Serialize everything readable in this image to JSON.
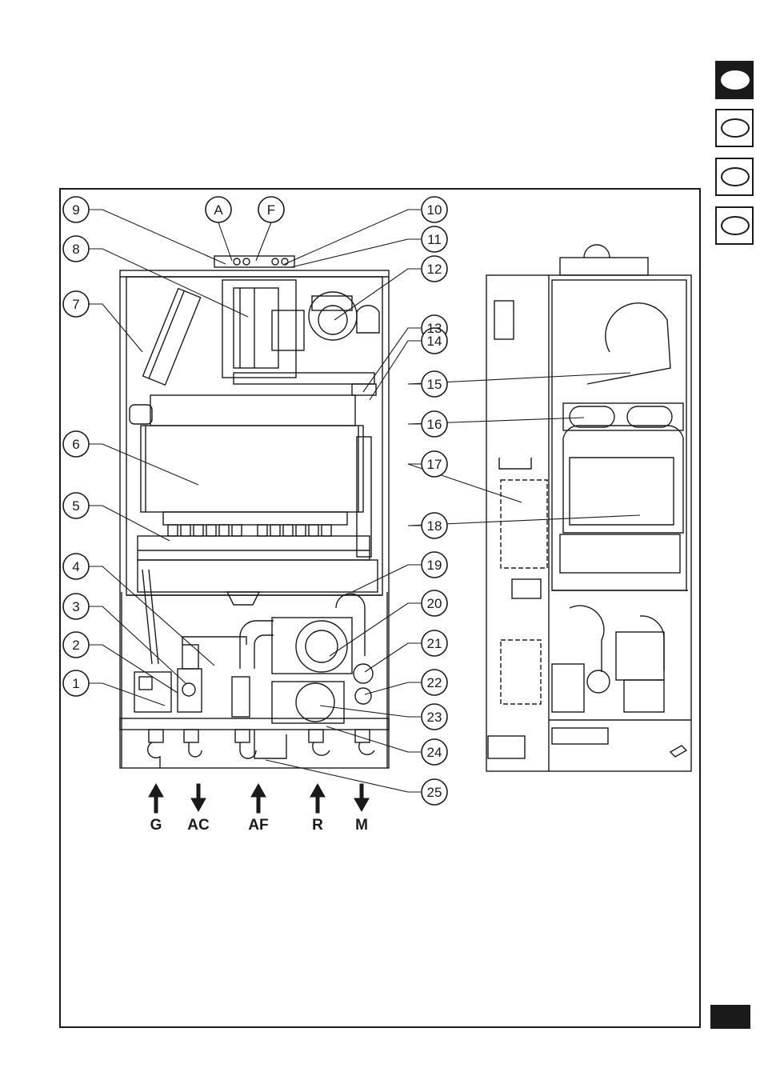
{
  "callouts": [
    {
      "id": "9",
      "label": "9"
    },
    {
      "id": "8",
      "label": "8"
    },
    {
      "id": "7",
      "label": "7"
    },
    {
      "id": "6",
      "label": "6"
    },
    {
      "id": "5",
      "label": "5"
    },
    {
      "id": "4",
      "label": "4"
    },
    {
      "id": "3",
      "label": "3"
    },
    {
      "id": "2",
      "label": "2"
    },
    {
      "id": "1",
      "label": "1"
    },
    {
      "id": "A",
      "label": "A"
    },
    {
      "id": "F",
      "label": "F"
    },
    {
      "id": "10",
      "label": "10"
    },
    {
      "id": "11",
      "label": "11"
    },
    {
      "id": "12",
      "label": "12"
    },
    {
      "id": "13",
      "label": "13"
    },
    {
      "id": "14",
      "label": "14"
    },
    {
      "id": "15",
      "label": "15"
    },
    {
      "id": "16",
      "label": "16"
    },
    {
      "id": "17",
      "label": "17"
    },
    {
      "id": "18",
      "label": "18"
    },
    {
      "id": "19",
      "label": "19"
    },
    {
      "id": "20",
      "label": "20"
    },
    {
      "id": "21",
      "label": "21"
    },
    {
      "id": "22",
      "label": "22"
    },
    {
      "id": "23",
      "label": "23"
    },
    {
      "id": "24",
      "label": "24"
    },
    {
      "id": "25",
      "label": "25"
    }
  ],
  "connections": [
    {
      "label": "G",
      "direction": "up"
    },
    {
      "label": "AC",
      "direction": "down"
    },
    {
      "label": "AF",
      "direction": "up"
    },
    {
      "label": "R",
      "direction": "up"
    },
    {
      "label": "M",
      "direction": "down"
    }
  ],
  "side_tabs": [
    {
      "active": true
    },
    {
      "active": false
    },
    {
      "active": false
    },
    {
      "active": false
    }
  ],
  "colors": {
    "ink": "#1a1a1a",
    "paper": "#ffffff"
  }
}
